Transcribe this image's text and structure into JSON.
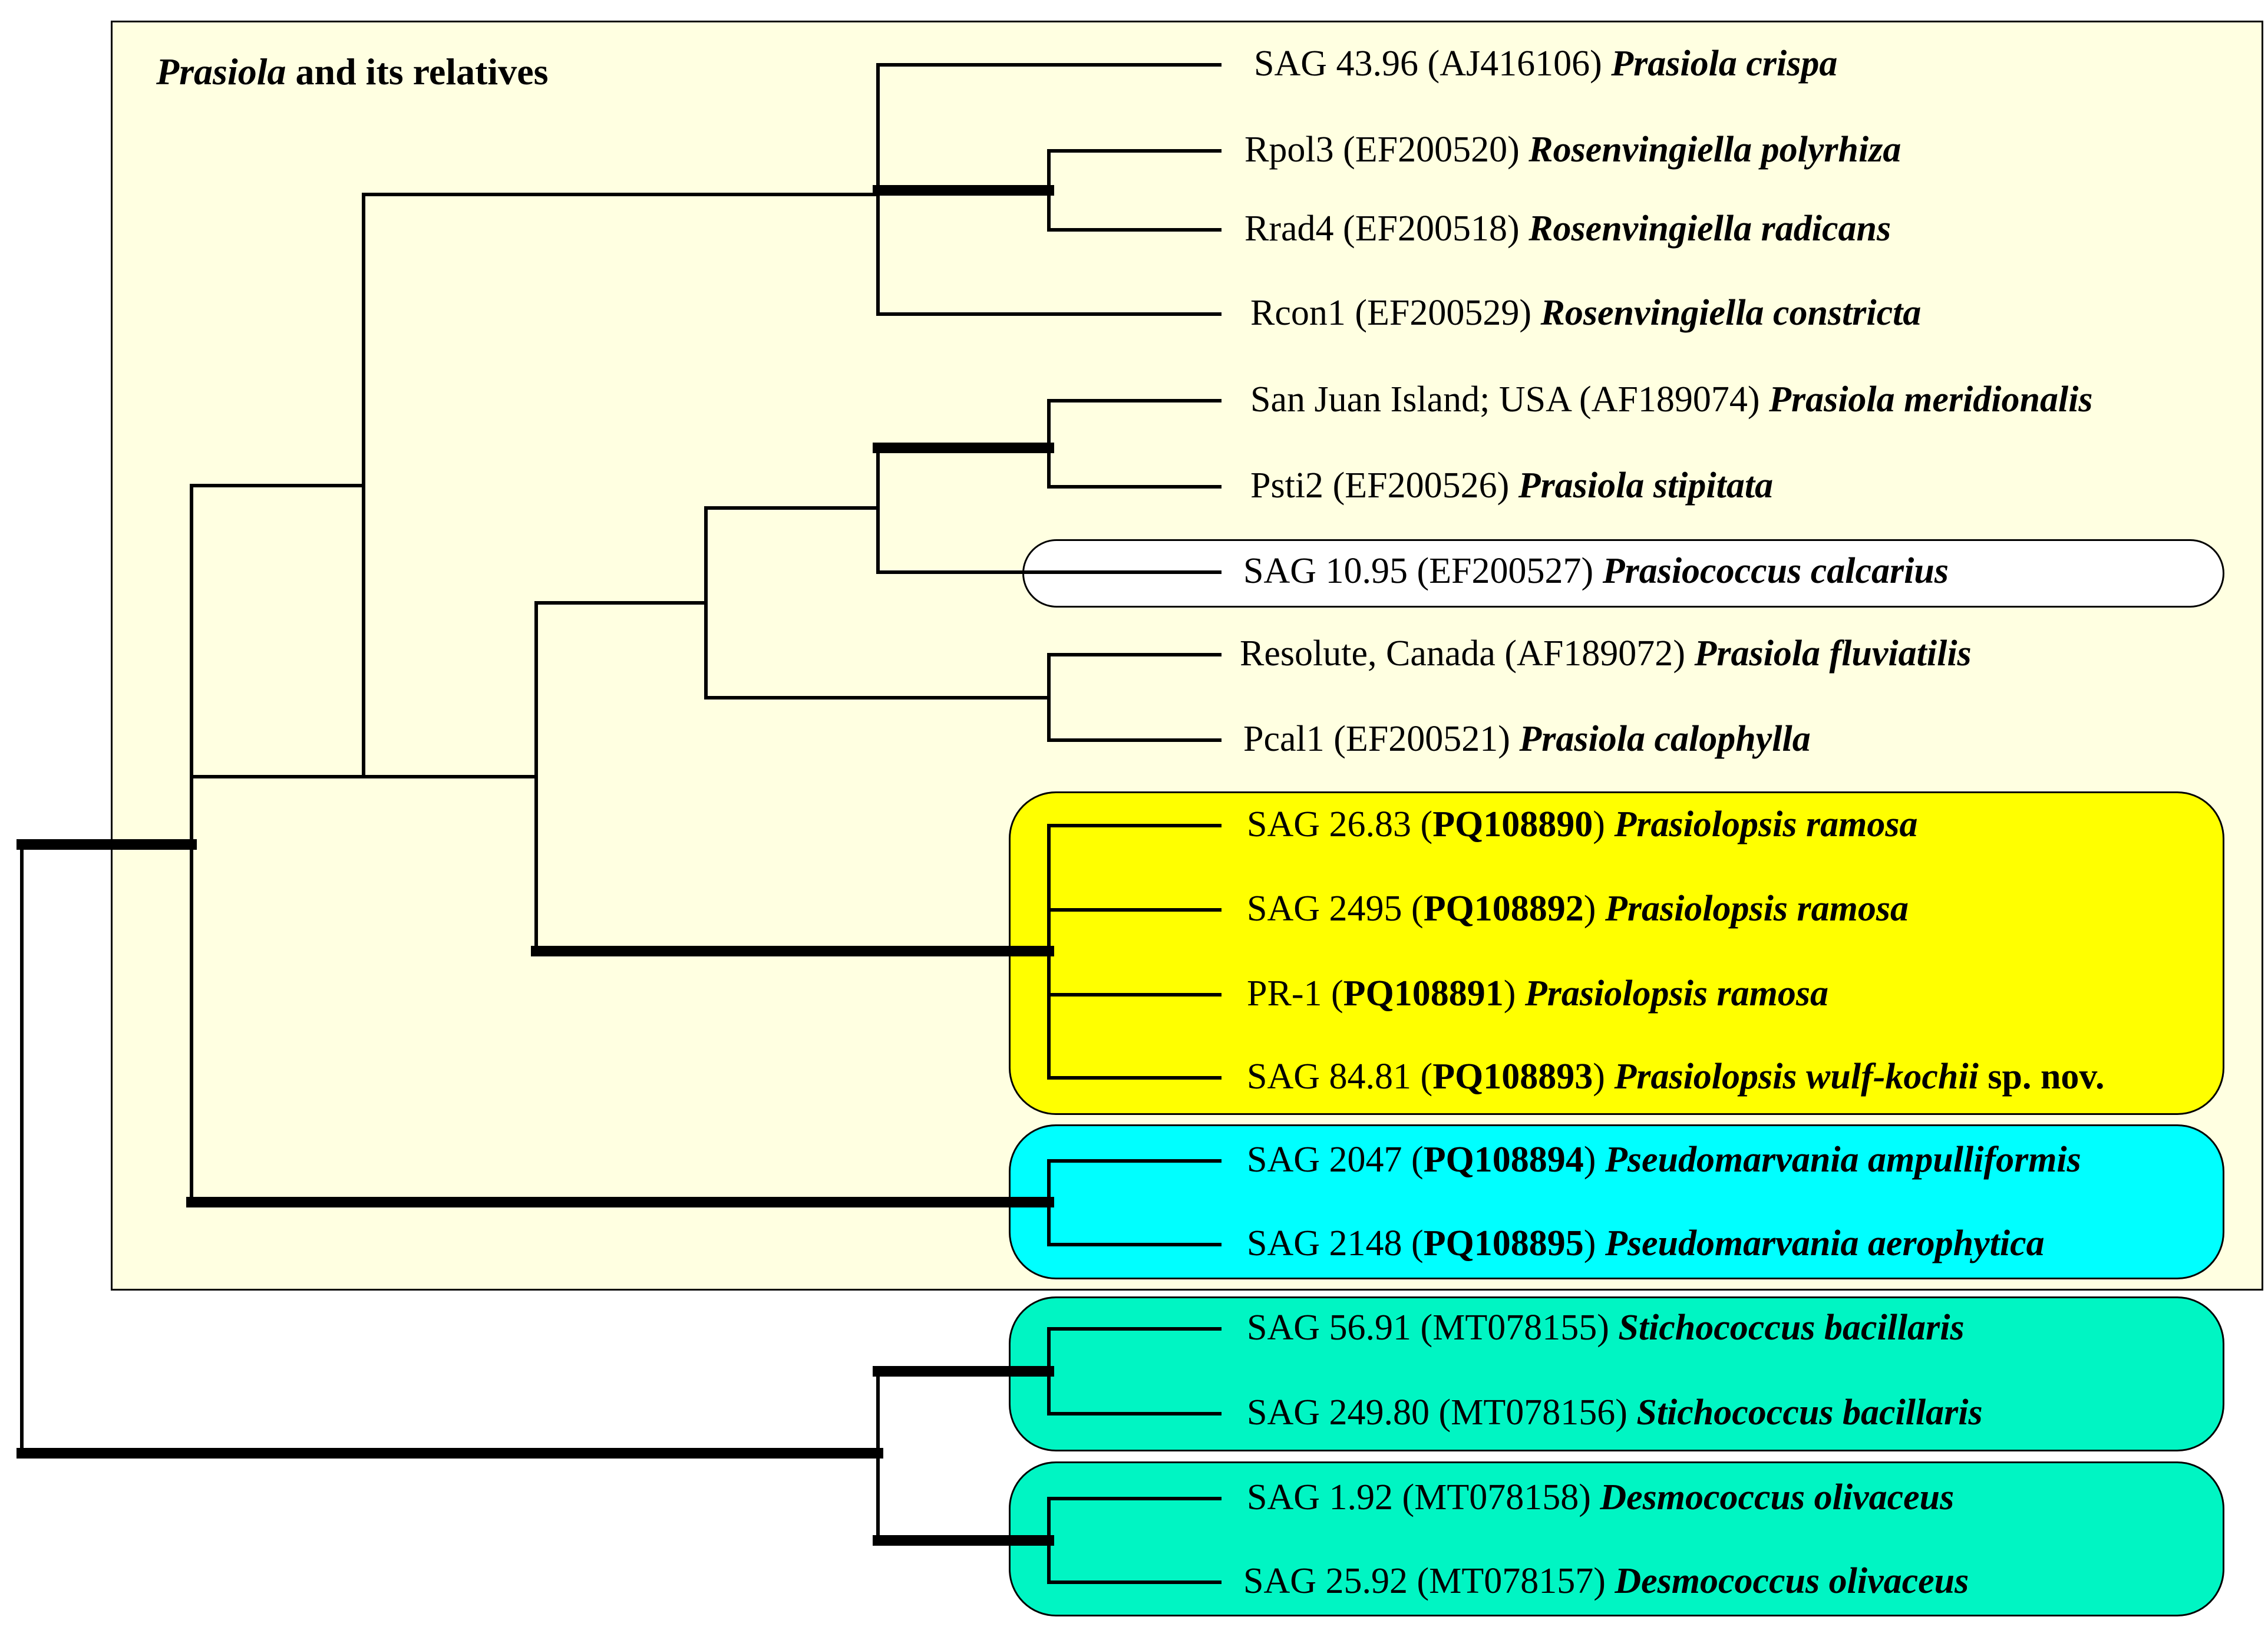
{
  "panel_title": {
    "italic": "Prasiola",
    "rest": " and its relatives"
  },
  "colors": {
    "panel": "#ffffe1",
    "prasiolopsis": "#ffff00",
    "pseudomarvania": "#00ffff",
    "outgroup": "#00f5c3",
    "prasiococcus": "#ffffff"
  },
  "leaves": [
    {
      "strain": "SAG 43.96",
      "acc": "AJ416106",
      "acc_bold": false,
      "species": "Prasiola crispa",
      "suffix": ""
    },
    {
      "strain": "Rpol3",
      "acc": "EF200520",
      "acc_bold": false,
      "species": "Rosenvingiella polyrhiza",
      "suffix": ""
    },
    {
      "strain": "Rrad4",
      "acc": "EF200518",
      "acc_bold": false,
      "species": "Rosenvingiella radicans",
      "suffix": ""
    },
    {
      "strain": "Rcon1",
      "acc": "EF200529",
      "acc_bold": false,
      "species": "Rosenvingiella constricta",
      "suffix": ""
    },
    {
      "strain": "San Juan Island; USA",
      "acc": "AF189074",
      "acc_bold": false,
      "species": "Prasiola meridionalis",
      "suffix": ""
    },
    {
      "strain": "Psti2",
      "acc": "EF200526",
      "acc_bold": false,
      "species": "Prasiola stipitata",
      "suffix": ""
    },
    {
      "strain": "SAG 10.95",
      "acc": "EF200527",
      "acc_bold": false,
      "species": "Prasiococcus calcarius",
      "suffix": ""
    },
    {
      "strain": "Resolute, Canada",
      "acc": "AF189072",
      "acc_bold": false,
      "species": "Prasiola fluviatilis",
      "suffix": ""
    },
    {
      "strain": "Pcal1",
      "acc": "EF200521",
      "acc_bold": false,
      "species": "Prasiola calophylla",
      "suffix": ""
    },
    {
      "strain": "SAG 26.83",
      "acc": "PQ108890",
      "acc_bold": true,
      "species": "Prasiolopsis ramosa",
      "suffix": ""
    },
    {
      "strain": "SAG 2495",
      "acc": "PQ108892",
      "acc_bold": true,
      "species": "Prasiolopsis ramosa",
      "suffix": ""
    },
    {
      "strain": "PR-1",
      "acc": "PQ108891",
      "acc_bold": true,
      "species": "Prasiolopsis ramosa",
      "suffix": ""
    },
    {
      "strain": "SAG 84.81",
      "acc": "PQ108893",
      "acc_bold": true,
      "species": "Prasiolopsis wulf-kochii",
      "suffix": "sp. nov."
    },
    {
      "strain": "SAG 2047",
      "acc": "PQ108894",
      "acc_bold": true,
      "species": "Pseudomarvania ampulliformis",
      "suffix": ""
    },
    {
      "strain": "SAG 2148",
      "acc": "PQ108895",
      "acc_bold": true,
      "species": "Pseudomarvania aerophytica",
      "suffix": ""
    },
    {
      "strain": "SAG 56.91",
      "acc": "MT078155",
      "acc_bold": false,
      "species": "Stichococcus bacillaris",
      "suffix": ""
    },
    {
      "strain": "SAG 249.80",
      "acc": "MT078156",
      "acc_bold": false,
      "species": "Stichococcus bacillaris",
      "suffix": ""
    },
    {
      "strain": "SAG 1.92",
      "acc": "MT078158",
      "acc_bold": false,
      "species": "Desmococcus olivaceus",
      "suffix": ""
    },
    {
      "strain": "SAG 25.92",
      "acc": "MT078157",
      "acc_bold": false,
      "species": "Desmococcus olivaceus",
      "suffix": ""
    }
  ]
}
